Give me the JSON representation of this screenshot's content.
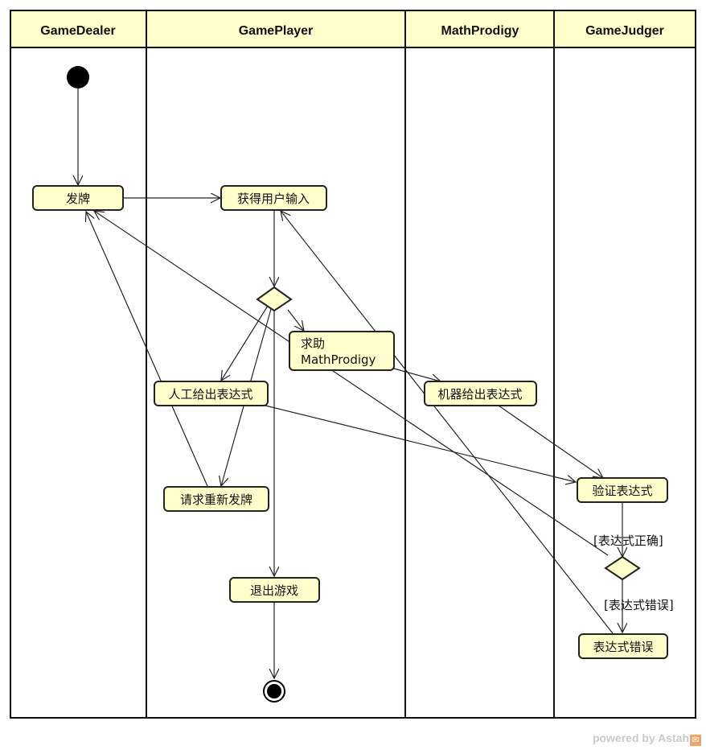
{
  "lanes": [
    {
      "id": "dealer",
      "label": "GameDealer"
    },
    {
      "id": "player",
      "label": "GamePlayer"
    },
    {
      "id": "prodigy",
      "label": "MathProdigy"
    },
    {
      "id": "judger",
      "label": "GameJudger"
    }
  ],
  "actions": {
    "deal": "发牌",
    "get_input": "获得用户输入",
    "ask_help_line1": "求助",
    "ask_help_line2": "MathProdigy",
    "manual_expr": "人工给出表达式",
    "redeal_request": "请求重新发牌",
    "quit": "退出游戏",
    "machine_expr": "机器给出表达式",
    "verify": "验证表达式",
    "expr_wrong": "表达式错误"
  },
  "guards": {
    "correct": "[表达式正确]",
    "wrong": "[表达式错误]"
  },
  "watermark": {
    "text": "powered by Astah",
    "logo_glyph": "✉"
  },
  "colors": {
    "node_fill": "#ffffcc",
    "header_fill": "#ffffcc",
    "stroke": "#222222",
    "watermark": "#c9c9c9"
  }
}
